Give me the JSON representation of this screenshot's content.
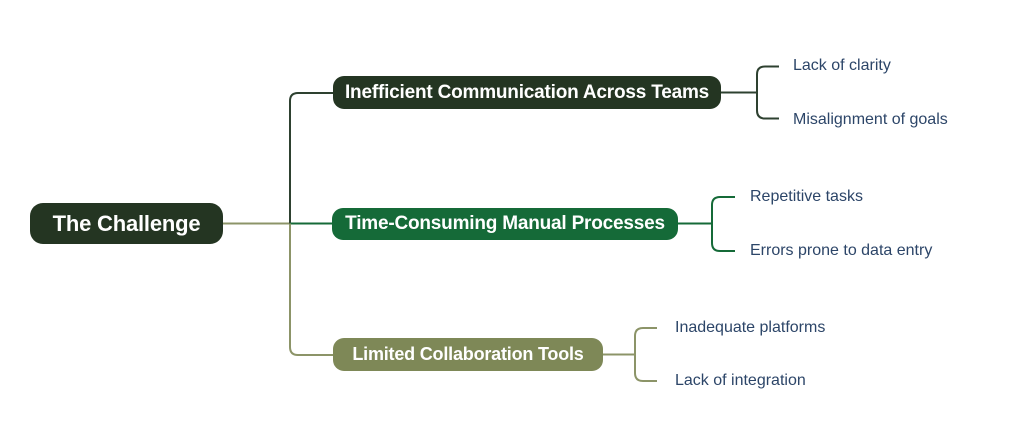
{
  "mindmap": {
    "background": "#ffffff",
    "leaf_text_color": "#2c4568",
    "root": {
      "label": "The Challenge",
      "color": "#243522",
      "text_color": "#ffffff"
    },
    "branches": [
      {
        "label": "Inefficient Communication Across Teams",
        "color": "#243522",
        "line_color": "#2e4130",
        "children": [
          {
            "label": "Lack of clarity"
          },
          {
            "label": "Misalignment of goals"
          }
        ]
      },
      {
        "label": "Time-Consuming Manual Processes",
        "color": "#156a38",
        "line_color": "#156a38",
        "children": [
          {
            "label": "Repetitive tasks"
          },
          {
            "label": "Errors prone to data entry"
          }
        ]
      },
      {
        "label": "Limited Collaboration Tools",
        "color": "#7e8857",
        "line_color": "#8c9468",
        "children": [
          {
            "label": "Inadequate platforms"
          },
          {
            "label": "Lack of integration"
          }
        ]
      }
    ]
  }
}
